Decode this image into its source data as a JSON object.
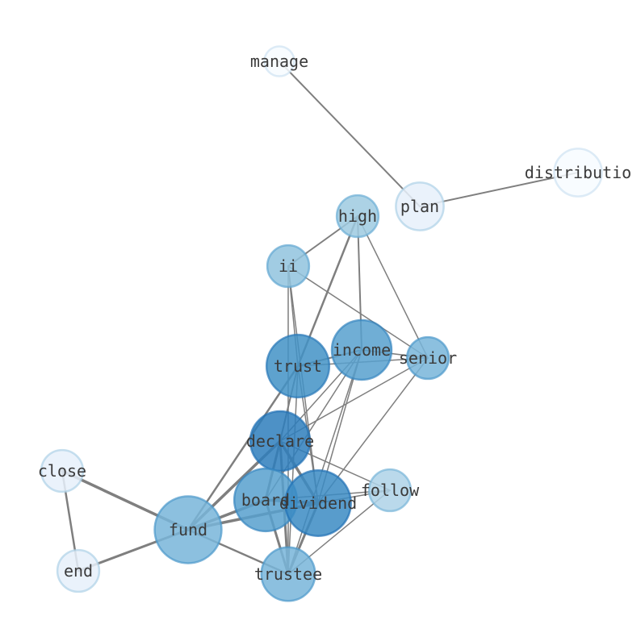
{
  "nodes": [
    {
      "id": "manage",
      "label": "manage",
      "weight": 0.0,
      "size": 0.5
    },
    {
      "id": "distributio",
      "label": "distributio",
      "weight": 0.0,
      "size": 0.8
    },
    {
      "id": "plan",
      "label": "plan",
      "weight": 0.1,
      "size": 0.8
    },
    {
      "id": "high",
      "label": "high",
      "weight": 0.35,
      "size": 0.7
    },
    {
      "id": "ii",
      "label": "ii",
      "weight": 0.4,
      "size": 0.7
    },
    {
      "id": "income",
      "label": "income",
      "weight": 0.65,
      "size": 1.0
    },
    {
      "id": "senior",
      "label": "senior",
      "weight": 0.5,
      "size": 0.7
    },
    {
      "id": "trust",
      "label": "trust",
      "weight": 0.75,
      "size": 1.05
    },
    {
      "id": "declare",
      "label": "declare",
      "weight": 0.9,
      "size": 1.0
    },
    {
      "id": "close",
      "label": "close",
      "weight": 0.1,
      "size": 0.7
    },
    {
      "id": "follow",
      "label": "follow",
      "weight": 0.3,
      "size": 0.7
    },
    {
      "id": "board",
      "label": "board",
      "weight": 0.65,
      "size": 1.05
    },
    {
      "id": "dividend",
      "label": "dividend",
      "weight": 0.8,
      "size": 1.1
    },
    {
      "id": "fund",
      "label": "fund",
      "weight": 0.5,
      "size": 1.12
    },
    {
      "id": "end",
      "label": "end",
      "weight": 0.1,
      "size": 0.7
    },
    {
      "id": "trustee",
      "label": "trustee",
      "weight": 0.5,
      "size": 0.9
    }
  ],
  "edges": [
    {
      "source": "manage",
      "target": "plan",
      "weight": 2
    },
    {
      "source": "plan",
      "target": "distributio",
      "weight": 2
    },
    {
      "source": "high",
      "target": "ii",
      "weight": 2
    },
    {
      "source": "high",
      "target": "income",
      "weight": 2
    },
    {
      "source": "high",
      "target": "trust",
      "weight": 2.5
    },
    {
      "source": "high",
      "target": "senior",
      "weight": 1.5
    },
    {
      "source": "ii",
      "target": "senior",
      "weight": 1.5
    },
    {
      "source": "ii",
      "target": "trust",
      "weight": 1.5
    },
    {
      "source": "ii",
      "target": "dividend",
      "weight": 1.5
    },
    {
      "source": "ii",
      "target": "trustee",
      "weight": 1.5
    },
    {
      "source": "income",
      "target": "senior",
      "weight": 1.5
    },
    {
      "source": "income",
      "target": "trust",
      "weight": 2
    },
    {
      "source": "income",
      "target": "declare",
      "weight": 1.5
    },
    {
      "source": "income",
      "target": "board",
      "weight": 1.5
    },
    {
      "source": "income",
      "target": "dividend",
      "weight": 1.5
    },
    {
      "source": "income",
      "target": "trustee",
      "weight": 1.5
    },
    {
      "source": "senior",
      "target": "trust",
      "weight": 1.5
    },
    {
      "source": "senior",
      "target": "declare",
      "weight": 1.5
    },
    {
      "source": "senior",
      "target": "dividend",
      "weight": 1.5
    },
    {
      "source": "trust",
      "target": "declare",
      "weight": 2
    },
    {
      "source": "trust",
      "target": "fund",
      "weight": 2.5
    },
    {
      "source": "trust",
      "target": "trustee",
      "weight": 1.5
    },
    {
      "source": "trust",
      "target": "board",
      "weight": 1.5
    },
    {
      "source": "trust",
      "target": "dividend",
      "weight": 1.5
    },
    {
      "source": "declare",
      "target": "fund",
      "weight": 3.5
    },
    {
      "source": "declare",
      "target": "board",
      "weight": 3
    },
    {
      "source": "declare",
      "target": "dividend",
      "weight": 3.5
    },
    {
      "source": "declare",
      "target": "trustee",
      "weight": 3
    },
    {
      "source": "declare",
      "target": "follow",
      "weight": 1.5
    },
    {
      "source": "board",
      "target": "dividend",
      "weight": 3.5
    },
    {
      "source": "board",
      "target": "fund",
      "weight": 3.5
    },
    {
      "source": "board",
      "target": "trustee",
      "weight": 3
    },
    {
      "source": "board",
      "target": "follow",
      "weight": 1.5
    },
    {
      "source": "dividend",
      "target": "fund",
      "weight": 3.5
    },
    {
      "source": "dividend",
      "target": "trustee",
      "weight": 3
    },
    {
      "source": "dividend",
      "target": "follow",
      "weight": 1.5
    },
    {
      "source": "follow",
      "target": "trustee",
      "weight": 1.5
    },
    {
      "source": "fund",
      "target": "close",
      "weight": 3.5
    },
    {
      "source": "fund",
      "target": "end",
      "weight": 3
    },
    {
      "source": "fund",
      "target": "trustee",
      "weight": 2.5
    },
    {
      "source": "close",
      "target": "end",
      "weight": 2.5
    }
  ]
}
